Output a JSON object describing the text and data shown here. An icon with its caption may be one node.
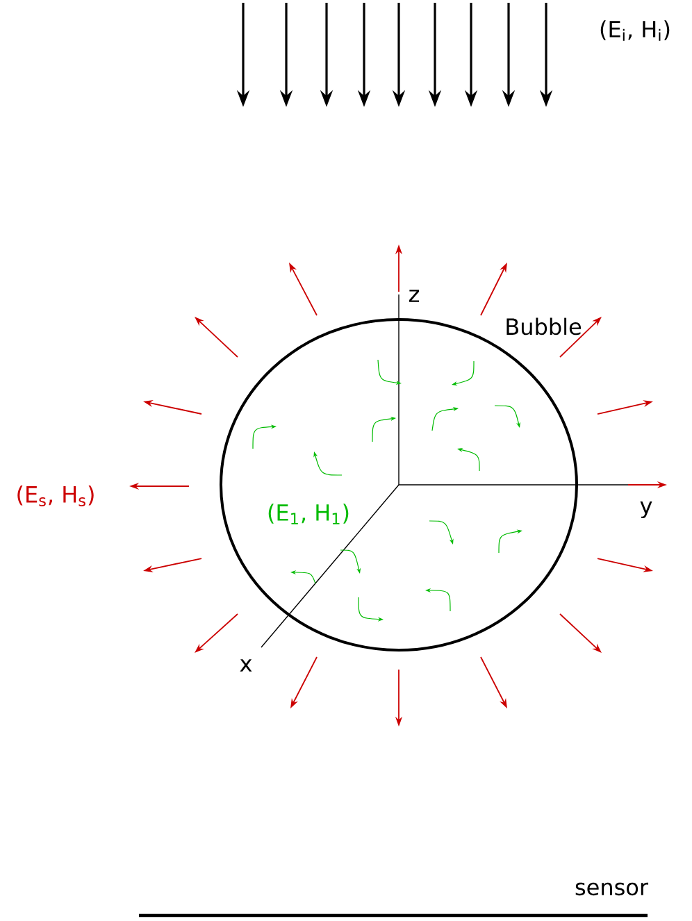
{
  "diagram": {
    "nodes": [
      {
        "text": [
          "Bubble"
        ]
      }
    ],
    "labels": [
      "(E$_{i}$, H$_{i}$)",
      "z",
      "y",
      "x",
      "(E$_{s}$, H$_{s}$)",
      "(E$_{1}$, H$_{1}$)",
      "sensor"
    ]
  }
}
